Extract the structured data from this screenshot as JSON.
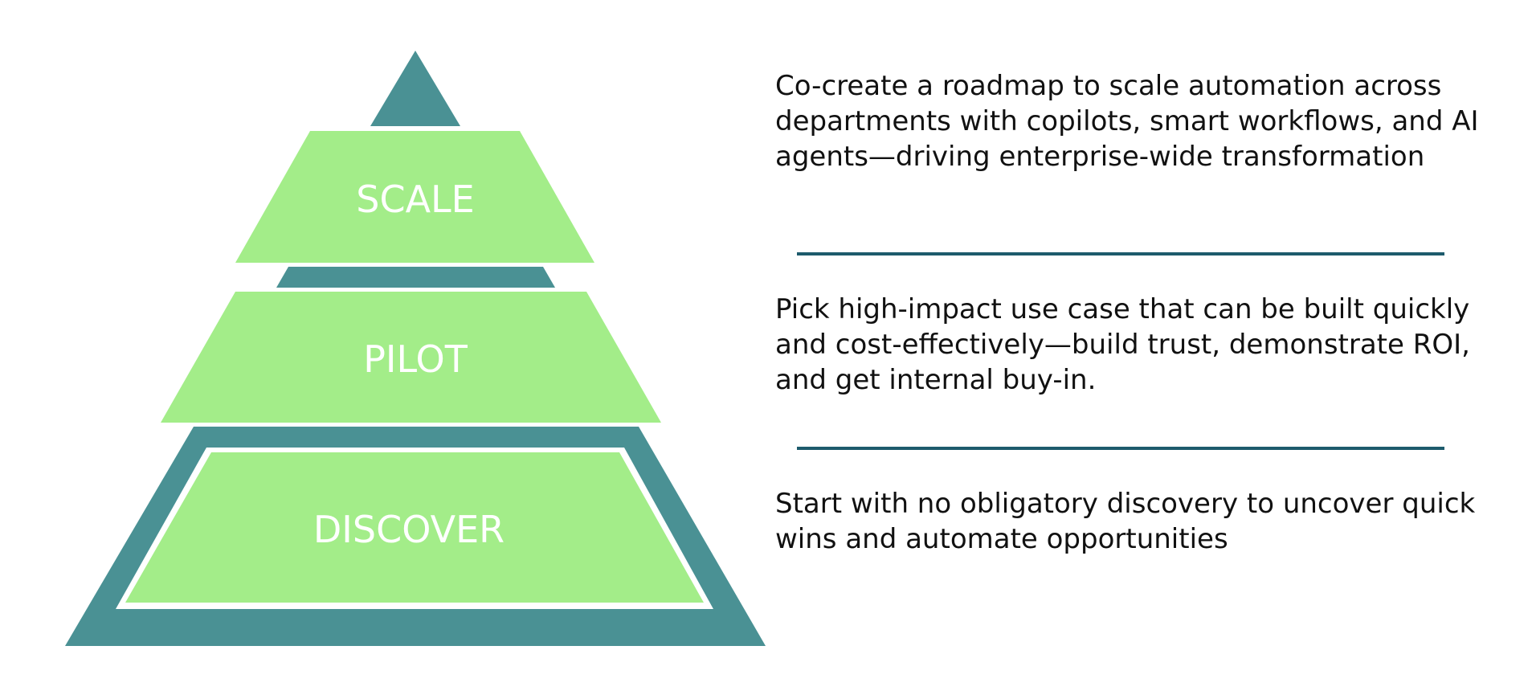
{
  "colors": {
    "tier_fill": "#a3ed89",
    "teal": "#4a9194",
    "divider": "#1d5b6c",
    "label_text": "#ffffff",
    "body_text": "#111111"
  },
  "tiers": [
    {
      "label": "SCALE",
      "description": "Co-create a roadmap to scale automation across departments with copilots, smart workflows, and AI agents—driving enterprise-wide transformation"
    },
    {
      "label": "PILOT",
      "description": "Pick high-impact use case that can be built quickly and cost-effectively—build trust, demonstrate ROI, and get internal buy-in."
    },
    {
      "label": "DISCOVER",
      "description": "Start with no obligatory discovery to uncover quick wins and automate opportunities"
    }
  ]
}
